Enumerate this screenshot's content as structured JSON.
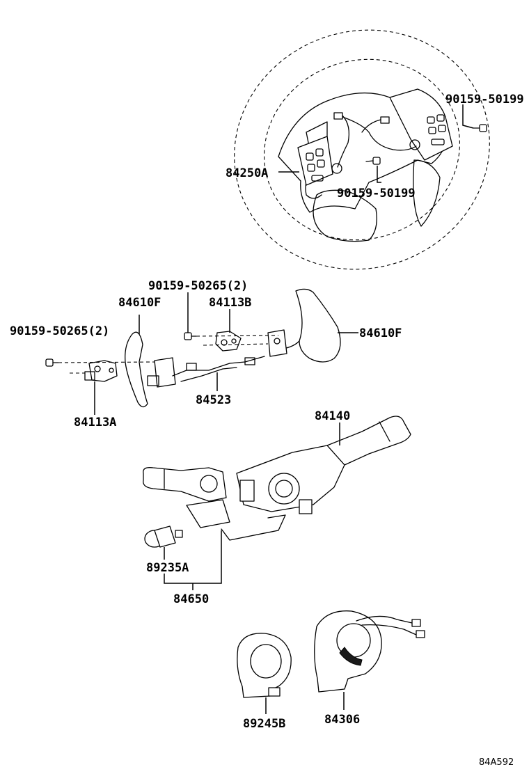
{
  "labels": {
    "bolt_top_right": "90159-50199",
    "steering_switch": "84250A",
    "bolt_center": "90159-50199",
    "bolts_upper": "90159-50265(2)",
    "bolts_left": "90159-50265(2)",
    "paddle_left": "84610F",
    "paddle_right": "84610F",
    "bracket_right": "84113B",
    "bracket_left": "84113A",
    "harness": "84523",
    "combination_switch": "84140",
    "sensor": "89235A",
    "assembly": "84650",
    "spiral_cable_sub": "89245B",
    "spiral_cable": "84306",
    "drawing_code": "84A592"
  }
}
